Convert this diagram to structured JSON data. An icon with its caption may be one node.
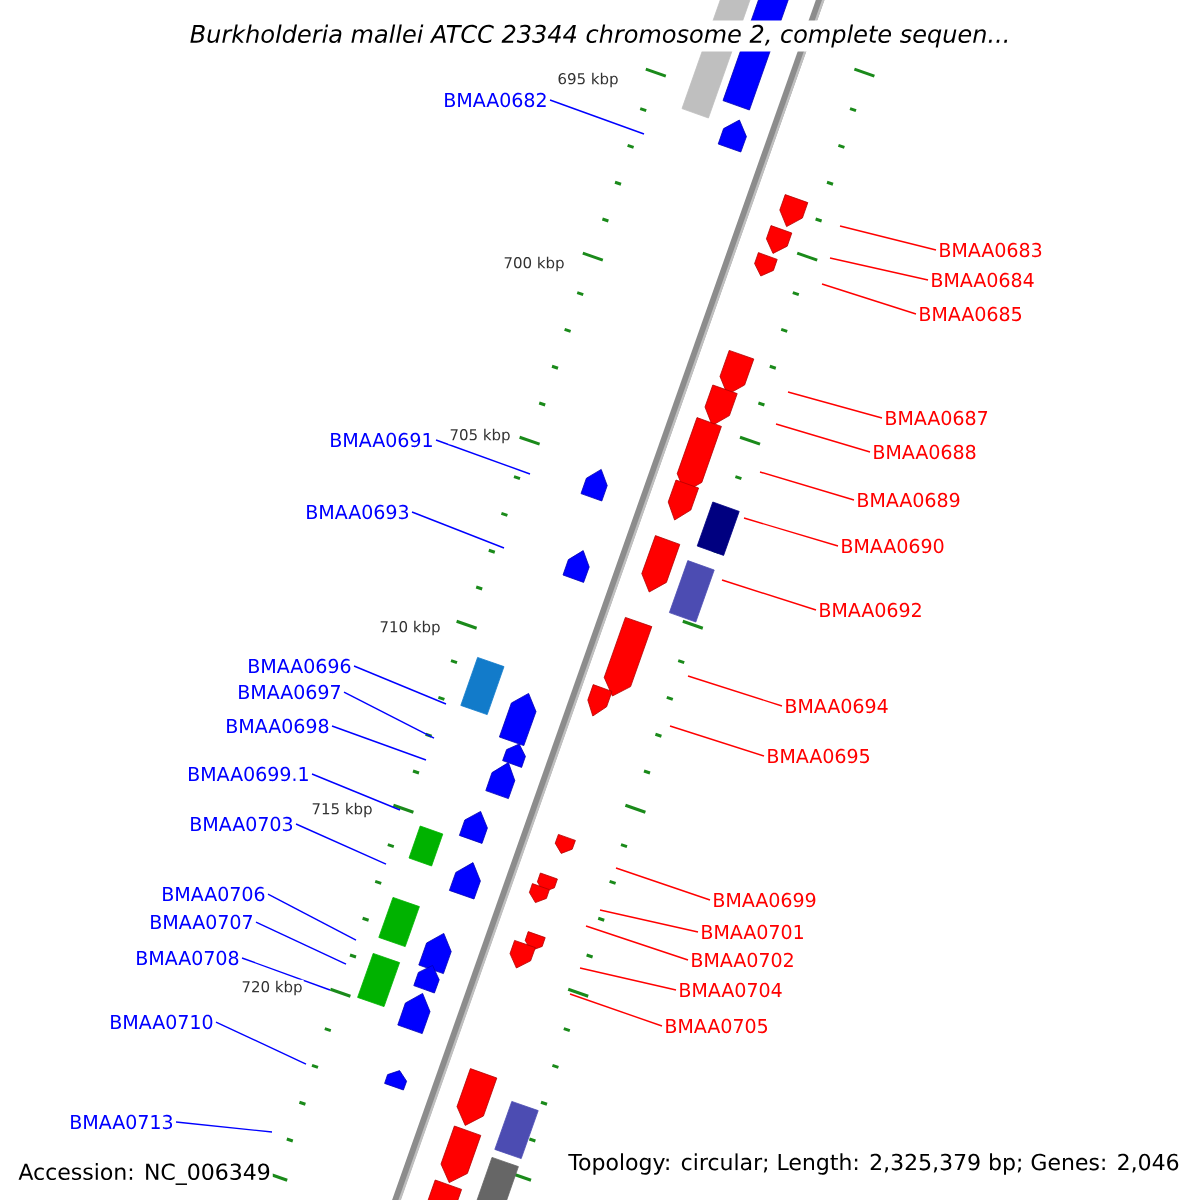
{
  "diagram": {
    "title": "Burkholderia mallei ATCC 23344 chromosome 2, complete sequen...",
    "nodes": [
      {
        "text": [
          "BMAA0682"
        ]
      },
      {
        "text": [
          "BMAA0683"
        ]
      },
      {
        "text": [
          "BMAA0684"
        ]
      },
      {
        "text": [
          "BMAA0685"
        ]
      },
      {
        "text": [
          "BMAA0687"
        ]
      },
      {
        "text": [
          "BMAA0691"
        ]
      },
      {
        "text": [
          "BMAA0688"
        ]
      },
      {
        "text": [
          "BMAA0689"
        ]
      },
      {
        "text": [
          "BMAA0693"
        ]
      },
      {
        "text": [
          "BMAA0690"
        ]
      },
      {
        "text": [
          "BMAA0692"
        ]
      },
      {
        "text": [
          "BMAA0696"
        ]
      },
      {
        "text": [
          "BMAA0697"
        ]
      },
      {
        "text": [
          "BMAA0694"
        ]
      },
      {
        "text": [
          "BMAA0698"
        ]
      },
      {
        "text": [
          "BMAA0695"
        ]
      },
      {
        "text": [
          "BMAA0699.1"
        ]
      },
      {
        "text": [
          "BMAA0703"
        ]
      },
      {
        "text": [
          "BMAA0706"
        ]
      },
      {
        "text": [
          "BMAA0699"
        ]
      },
      {
        "text": [
          "BMAA0707"
        ]
      },
      {
        "text": [
          "BMAA0701"
        ]
      },
      {
        "text": [
          "BMAA0708"
        ]
      },
      {
        "text": [
          "BMAA0702"
        ]
      },
      {
        "text": [
          "BMAA0704"
        ]
      },
      {
        "text": [
          "BMAA0710"
        ]
      },
      {
        "text": [
          "BMAA0705"
        ]
      },
      {
        "text": [
          "BMAA0713"
        ]
      }
    ],
    "edges": [
      {
        "from": 0,
        "to": null,
        "arrow": "none",
        "color": "#0000ff"
      },
      {
        "from": 1,
        "to": null,
        "arrow": "none"
      },
      {
        "from": 2,
        "to": null,
        "arrow": "none"
      },
      {
        "from": 3,
        "to": null,
        "arrow": "none"
      },
      {
        "from": 4,
        "to": null,
        "arrow": "none"
      },
      {
        "from": 5,
        "to": null,
        "arrow": "none",
        "color": "#0000ff"
      },
      {
        "from": 6,
        "to": null,
        "arrow": "none"
      },
      {
        "from": 7,
        "to": null,
        "arrow": "none"
      },
      {
        "from": 8,
        "to": null,
        "arrow": "none",
        "color": "#0000ff"
      },
      {
        "from": 9,
        "to": null,
        "arrow": "none"
      },
      {
        "from": 10,
        "to": null,
        "arrow": "none"
      },
      {
        "from": 11,
        "to": null,
        "arrow": "none",
        "color": "#0000ff"
      },
      {
        "from": 12,
        "to": null,
        "arrow": "none",
        "color": "#0000ff"
      },
      {
        "from": 13,
        "to": null,
        "arrow": "none"
      },
      {
        "from": 14,
        "to": null,
        "arrow": "none",
        "color": "#0000ff"
      },
      {
        "from": 15,
        "to": null,
        "arrow": "none"
      },
      {
        "from": 16,
        "to": null,
        "arrow": "none",
        "color": "#0000ff"
      },
      {
        "from": 17,
        "to": null,
        "arrow": "none",
        "color": "#0000ff"
      },
      {
        "from": 18,
        "to": null,
        "arrow": "none",
        "color": "#0000ff"
      },
      {
        "from": 19,
        "to": null,
        "arrow": "none"
      },
      {
        "from": 20,
        "to": null,
        "arrow": "none",
        "color": "#0000ff"
      },
      {
        "from": 21,
        "to": null,
        "arrow": "none"
      },
      {
        "from": 22,
        "to": null,
        "arrow": "none",
        "color": "#0000ff"
      },
      {
        "from": 23,
        "to": null,
        "arrow": "none"
      },
      {
        "from": 24,
        "to": null,
        "arrow": "none"
      },
      {
        "from": 25,
        "to": null,
        "arrow": "none",
        "color": "#0000ff"
      },
      {
        "from": 26,
        "to": null,
        "arrow": "none"
      },
      {
        "from": 27,
        "to": null,
        "arrow": "none",
        "color": "#0000ff"
      }
    ],
    "labels": [
      "695 kbp",
      "700 kbp",
      "705 kbp",
      "710 kbp",
      "715 kbp",
      "720 kbp",
      "Accession: NC_006349",
      "Topology: circular; Length: 2,325,379 bp; Genes: 2,046"
    ]
  }
}
